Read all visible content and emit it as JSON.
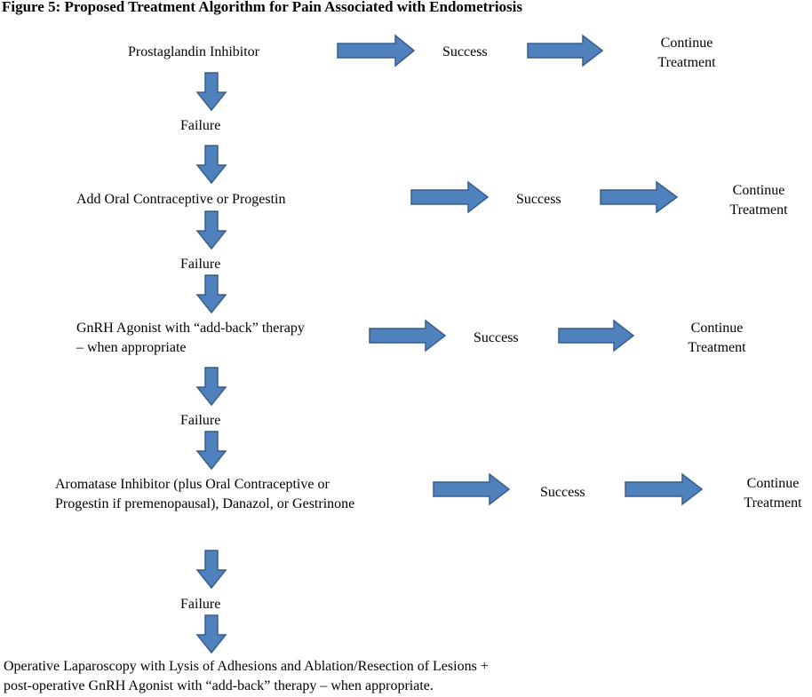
{
  "title": "Figure 5:  Proposed Treatment Algorithm for Pain Associated with Endometriosis",
  "steps": [
    {
      "label": "Prostaglandin Inhibitor"
    },
    {
      "label": "Add Oral Contraceptive or Progestin"
    },
    {
      "label_lines": [
        "GnRH Agonist with “add-back” therapy",
        "– when appropriate"
      ]
    },
    {
      "label_lines": [
        "Aromatase Inhibitor (plus Oral Contraceptive or",
        "Progestin if premenopausal), Danazol, or Gestrinone"
      ]
    },
    {
      "label_lines": [
        "Operative Laparoscopy with Lysis of Adhesions and Ablation/Resection of Lesions +",
        "post-operative GnRH Agonist with “add-back” therapy – when appropriate."
      ]
    }
  ],
  "success_label": "Success",
  "outcome_lines": [
    "Continue",
    "Treatment"
  ],
  "failure_label": "Failure",
  "colors": {
    "arrow_fill": "#4f81bd",
    "arrow_stroke": "#385d8a"
  }
}
